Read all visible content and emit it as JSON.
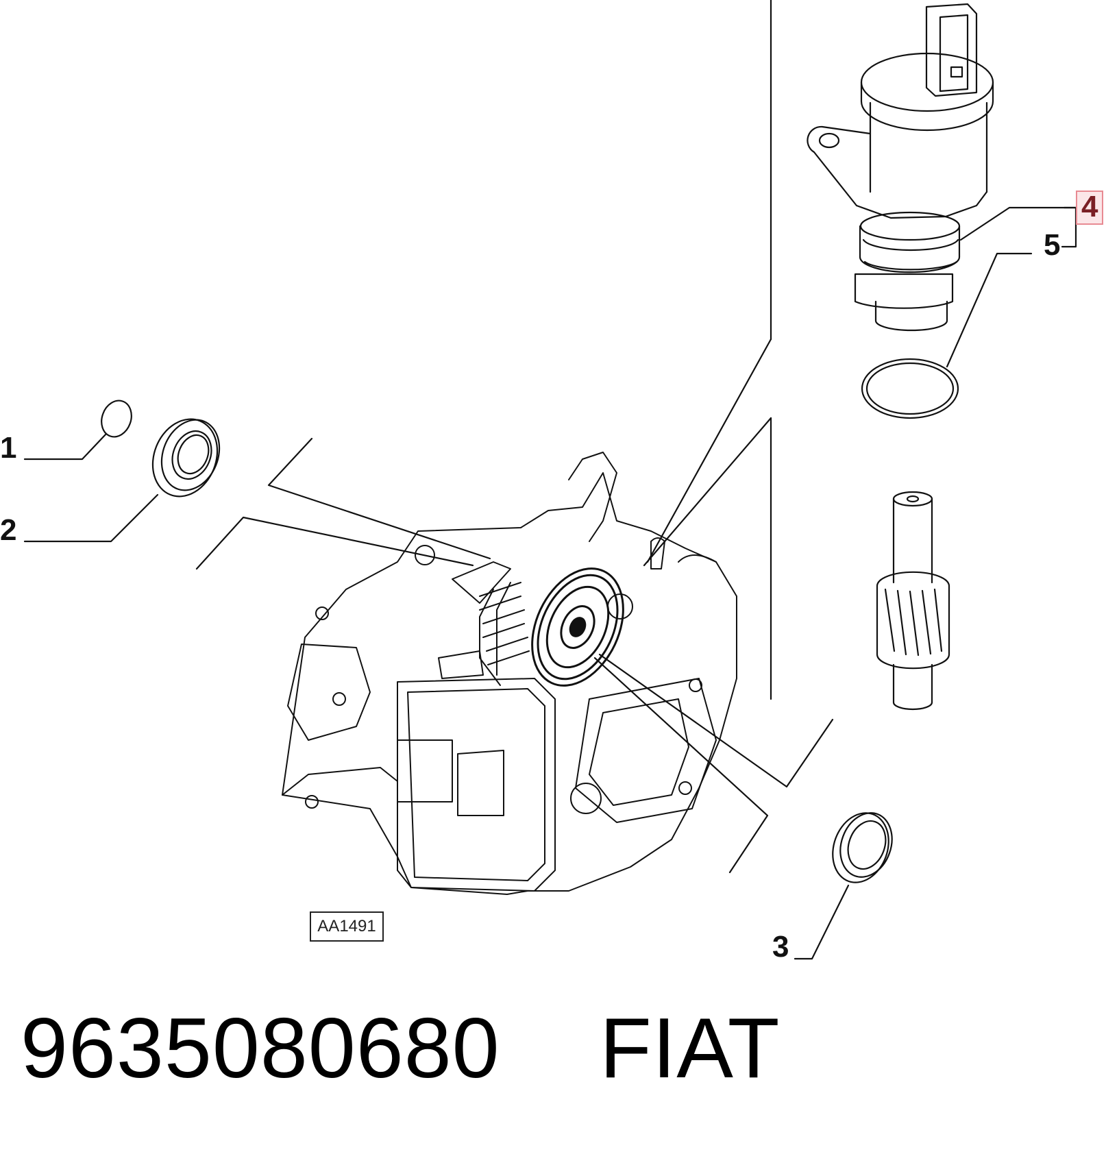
{
  "diagram": {
    "reference_code": "AA1491",
    "callouts": [
      {
        "id": "1",
        "label": "1"
      },
      {
        "id": "2",
        "label": "2"
      },
      {
        "id": "3",
        "label": "3"
      },
      {
        "id": "4",
        "label": "4",
        "highlighted": true
      },
      {
        "id": "5",
        "label": "5"
      }
    ]
  },
  "caption": {
    "part_number": "9635080680",
    "brand": "FIAT"
  },
  "colors": {
    "line": "#111111",
    "highlight_fill": "#fbe6e8",
    "highlight_border": "#e88a92",
    "highlight_text": "#7a1f25"
  }
}
